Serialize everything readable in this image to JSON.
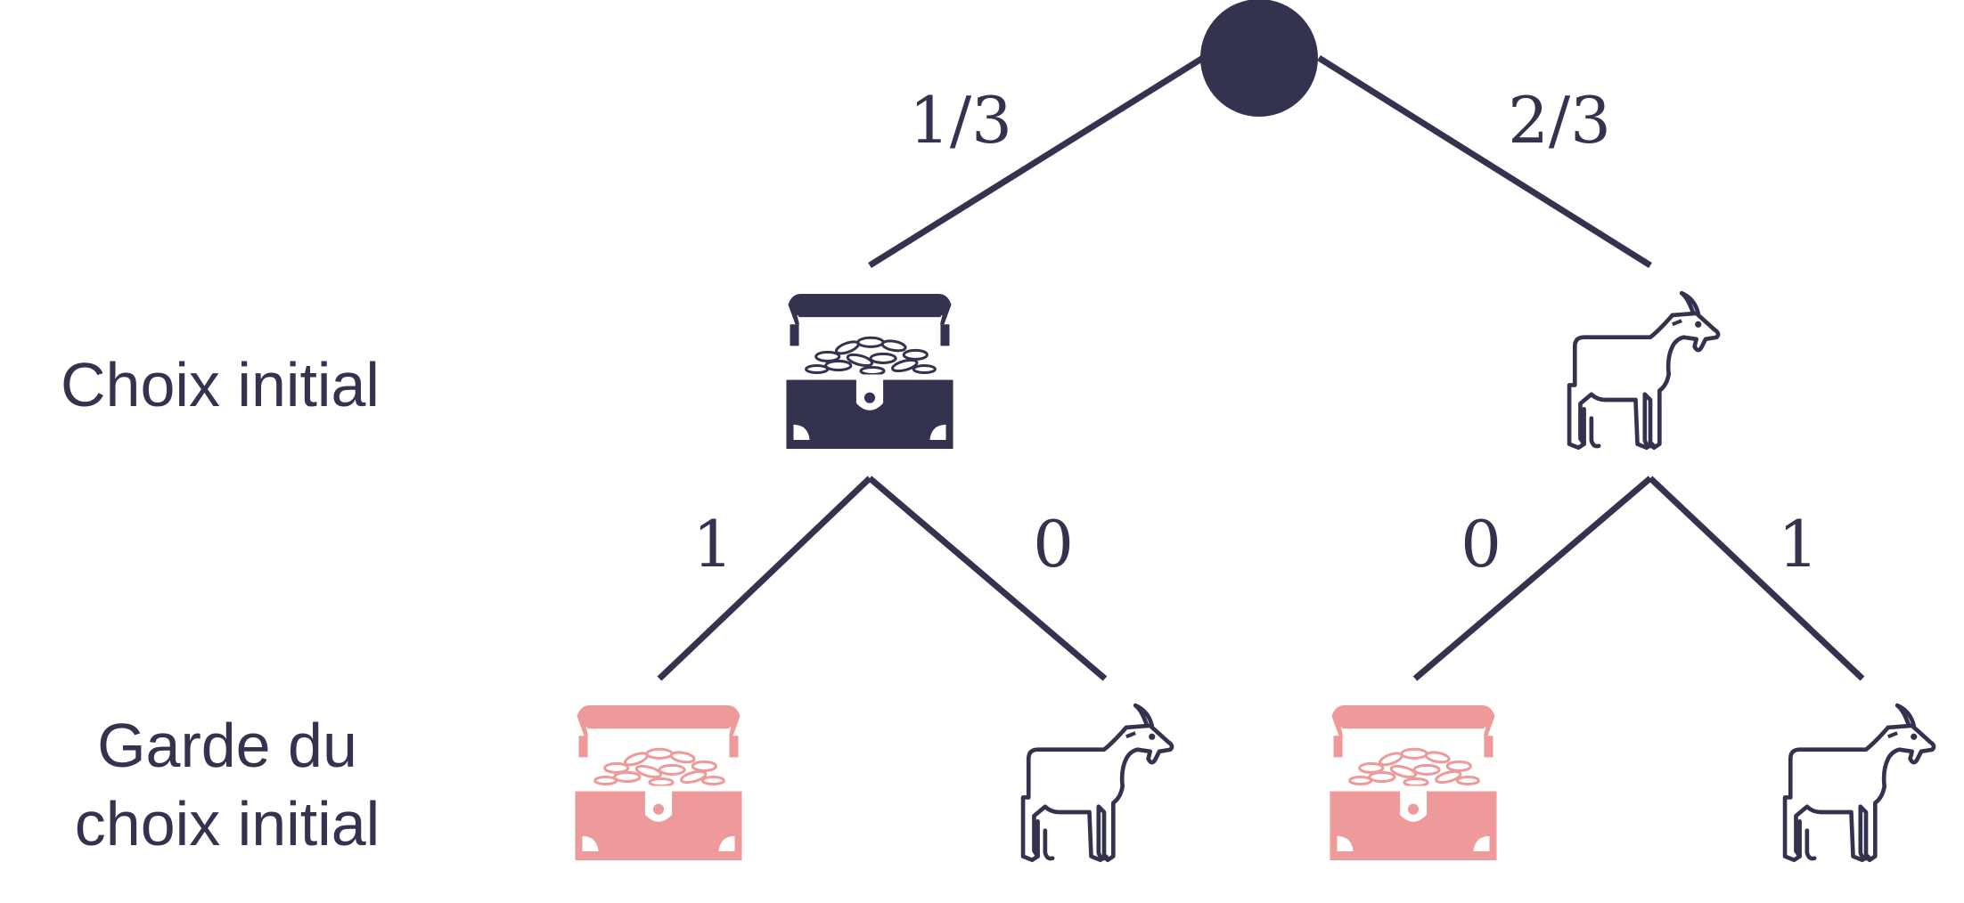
{
  "colors": {
    "primary": "#333350",
    "highlight": "#ee9a9a",
    "background": "#ffffff"
  },
  "row_labels": {
    "initial_choice": "Choix initial",
    "keep_line1": "Garde du",
    "keep_line2": "choix initial"
  },
  "tree": {
    "root": {
      "icon": "root-node-circle"
    },
    "branches": [
      {
        "probability": "1/3",
        "outcome_icon": "treasure-chest-icon",
        "children": [
          {
            "probability": "1",
            "outcome_icon": "treasure-chest-icon",
            "highlighted": true
          },
          {
            "probability": "0",
            "outcome_icon": "goat-icon",
            "highlighted": false
          }
        ]
      },
      {
        "probability": "2/3",
        "outcome_icon": "goat-icon",
        "children": [
          {
            "probability": "0",
            "outcome_icon": "treasure-chest-icon",
            "highlighted": true
          },
          {
            "probability": "1",
            "outcome_icon": "goat-icon",
            "highlighted": false
          }
        ]
      }
    ]
  }
}
